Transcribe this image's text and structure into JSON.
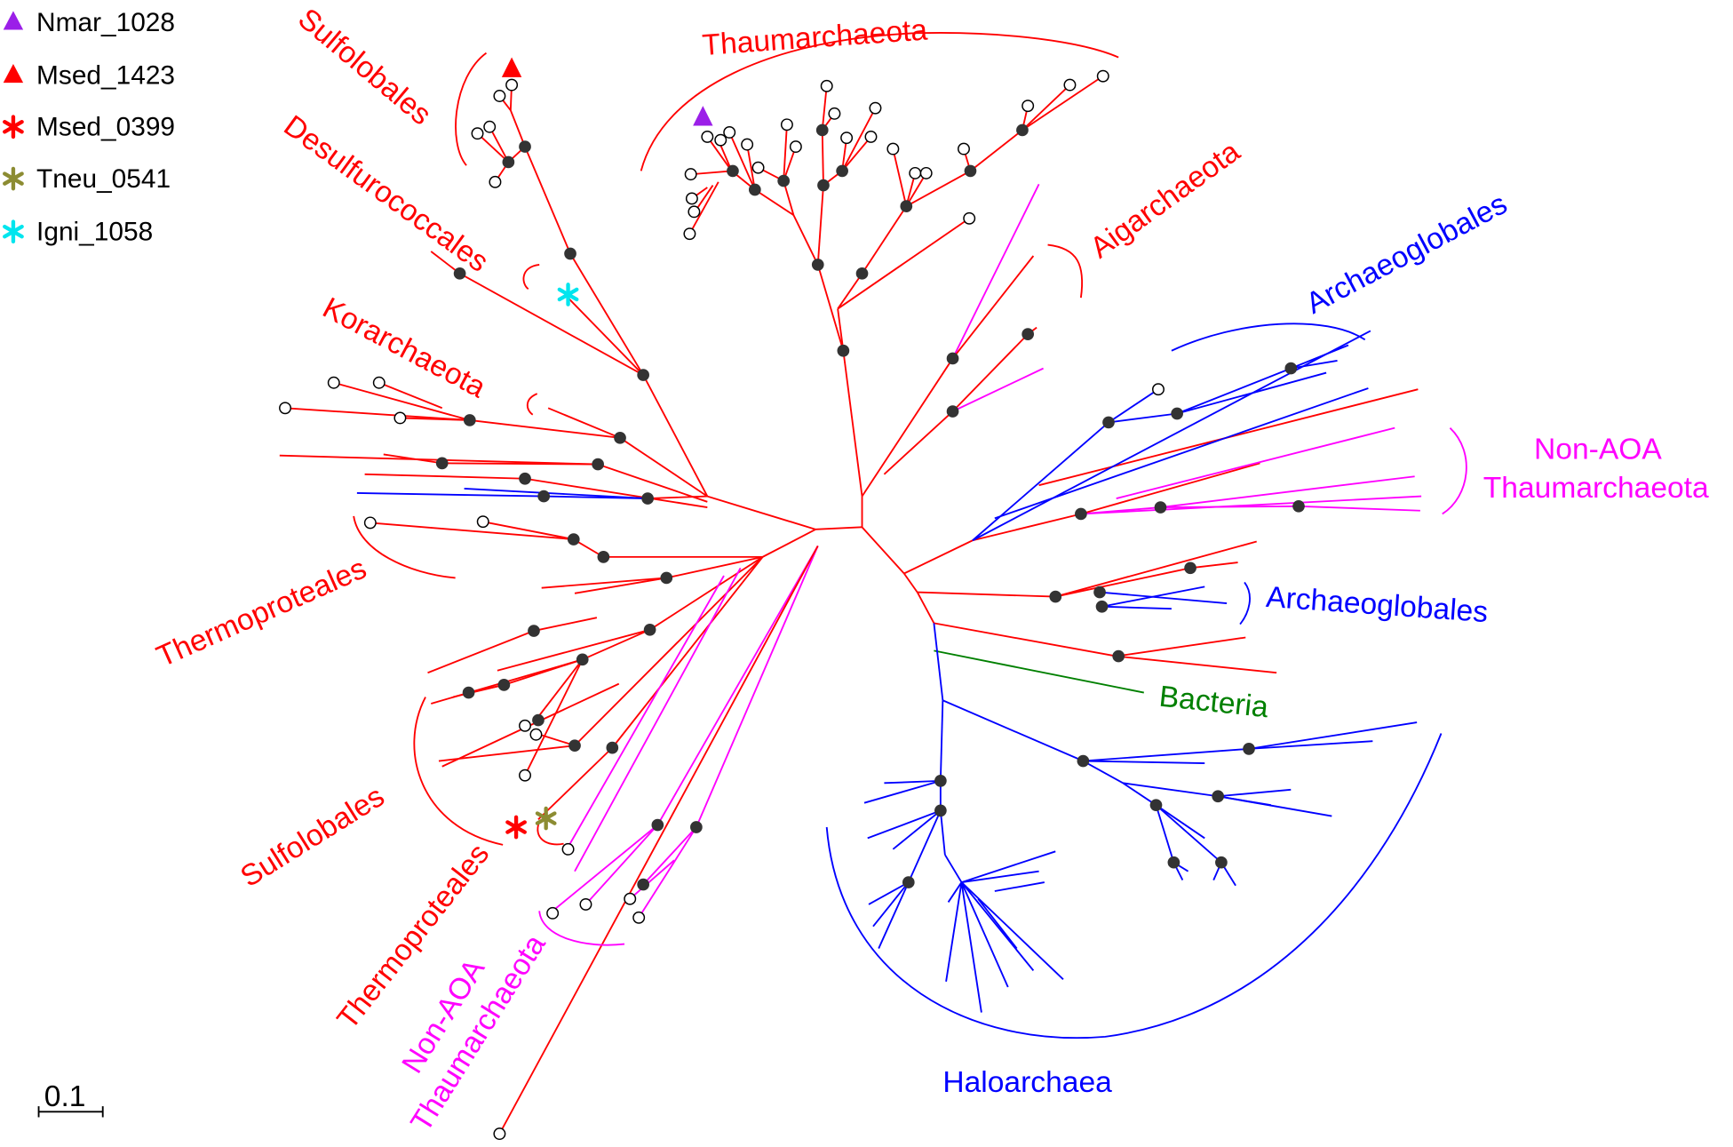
{
  "legend": [
    {
      "label": "Nmar_1028",
      "symbol": "triangle",
      "color": "#9B1FE8"
    },
    {
      "label": "Msed_1423",
      "symbol": "triangle",
      "color": "#FF0000"
    },
    {
      "label": "Msed_0399",
      "symbol": "asterisk",
      "color": "#FF0000"
    },
    {
      "label": "Tneu_0541",
      "symbol": "asterisk",
      "color": "#8C8C32"
    },
    {
      "label": "Igni_1058",
      "symbol": "asterisk",
      "color": "#00E5EE"
    }
  ],
  "clades": {
    "sulfolobales_top": "Sulfolobales",
    "desulfurococcales": "Desulfurococcales",
    "korarchaeota": "Korarchaeota",
    "thermoproteales_left": "Thermoproteales",
    "sulfolobales_bottom": "Sulfolobales",
    "thermoproteales_bottom": "Thermoproteales",
    "nonaoa_bottom_1": "Non-AOA",
    "nonaoa_bottom_2": "Thaumarchaeota",
    "thaumarchaeota": "Thaumarchaeota",
    "aigarchaeota": "Aigarchaeota",
    "archaeoglobales_top": "Archaeoglobales",
    "nonaoa_right_1": "Non-AOA",
    "nonaoa_right_2": "Thaumarchaeota",
    "archaeoglobales_mid": "Archaeoglobales",
    "bacteria": "Bacteria",
    "haloarchaea": "Haloarchaea"
  },
  "scale_bar": {
    "label": "0.1"
  },
  "colors": {
    "red": "#FF0000",
    "blue": "#0000FF",
    "magenta": "#FF00FF",
    "green": "#008000"
  }
}
